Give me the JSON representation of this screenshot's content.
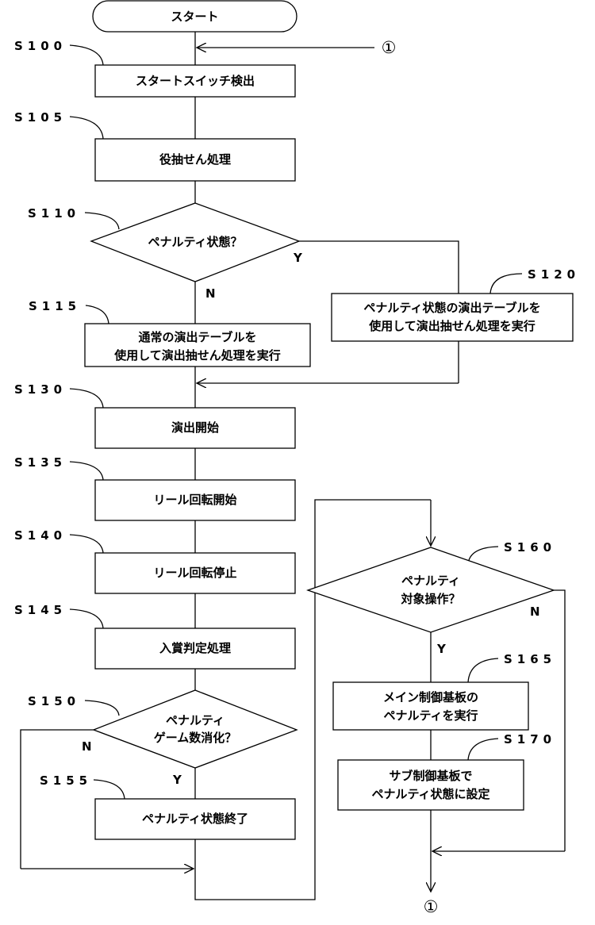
{
  "connector_label": "①",
  "start": "スタート",
  "steps": {
    "s100": {
      "id": "S100",
      "text": "スタートスイッチ検出"
    },
    "s105": {
      "id": "S105",
      "text": "役抽せん処理"
    },
    "s110": {
      "id": "S110",
      "text": "ペナルティ状態？"
    },
    "s115": {
      "id": "S115",
      "lines": [
        "通常の演出テーブルを",
        "使用して演出抽せん処理を実行"
      ]
    },
    "s120": {
      "id": "S120",
      "lines": [
        "ペナルティ状態の演出テーブルを",
        "使用して演出抽せん処理を実行"
      ]
    },
    "s130": {
      "id": "S130",
      "text": "演出開始"
    },
    "s135": {
      "id": "S135",
      "text": "リール回転開始"
    },
    "s140": {
      "id": "S140",
      "text": "リール回転停止"
    },
    "s145": {
      "id": "S145",
      "text": "入賞判定処理"
    },
    "s150": {
      "id": "S150",
      "lines": [
        "ペナルティ",
        "ゲーム数消化？"
      ]
    },
    "s155": {
      "id": "S155",
      "text": "ペナルティ状態終了"
    },
    "s160": {
      "id": "S160",
      "lines": [
        "ペナルティ",
        "対象操作？"
      ]
    },
    "s165": {
      "id": "S165",
      "lines": [
        "メイン制御基板の",
        "ペナルティを実行"
      ]
    },
    "s170": {
      "id": "S170",
      "lines": [
        "サブ制御基板で",
        "ペナルティ状態に設定"
      ]
    }
  },
  "branch_labels": {
    "s110_yes": "Y",
    "s110_no": "N",
    "s150_yes": "Y",
    "s150_no": "N",
    "s160_yes": "Y",
    "s160_no": "N"
  }
}
